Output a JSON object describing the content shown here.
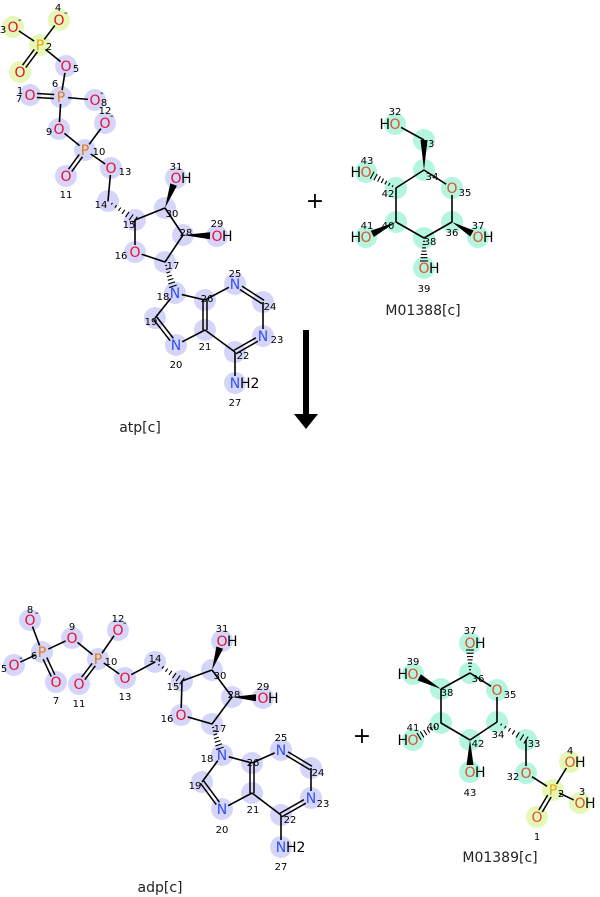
{
  "colors": {
    "highlight_blue": "#d5d5fa",
    "highlight_green": "#b4f5df",
    "highlight_yellow": "#e5f8b8",
    "oxygen": "#e5102e",
    "oxygen_alt": "#e0502a",
    "nitrogen": "#3050f8",
    "phosphorus": "#e07a10",
    "phosphorus_alt": "#f0a000",
    "bond": "#000000"
  },
  "reaction": {
    "plus_top": "+",
    "plus_bottom": "+",
    "arrow_icon": "arrow-down"
  },
  "molecules": {
    "atp": {
      "name": "atp[c]",
      "atoms": {
        "1": {
          "el": "O"
        },
        "2": {
          "el": "P"
        },
        "3": {
          "el": "O",
          "q": "-"
        },
        "4": {
          "el": "O",
          "q": "-"
        },
        "5": {
          "el": "O"
        },
        "6": {
          "el": "P"
        },
        "7": {
          "el": "O"
        },
        "8": {
          "el": "O",
          "q": "-"
        },
        "9": {
          "el": "O"
        },
        "10": {
          "el": "P"
        },
        "11": {
          "el": "O"
        },
        "12": {
          "el": "O",
          "q": "-"
        },
        "13": {
          "el": "O"
        },
        "14": {
          "el": ""
        },
        "15": {
          "el": ""
        },
        "16": {
          "el": "O"
        },
        "17": {
          "el": ""
        },
        "18": {
          "el": "N"
        },
        "19": {
          "el": ""
        },
        "20": {
          "el": "N"
        },
        "21": {
          "el": ""
        },
        "22": {
          "el": ""
        },
        "23": {
          "el": "N"
        },
        "24": {
          "el": ""
        },
        "25": {
          "el": "N"
        },
        "26": {
          "el": ""
        },
        "27": {
          "el": "N",
          "h": "H2"
        },
        "28": {
          "el": ""
        },
        "29": {
          "el": "O",
          "h": "H"
        },
        "30": {
          "el": ""
        },
        "31": {
          "el": "O",
          "h": "H"
        }
      }
    },
    "m01388": {
      "name": "M01388[c]",
      "atoms": {
        "32": {
          "el": "O",
          "h": "H"
        },
        "33": {
          "el": ""
        },
        "34": {
          "el": ""
        },
        "35": {
          "el": "O"
        },
        "36": {
          "el": ""
        },
        "37": {
          "el": "O",
          "h": "H"
        },
        "38": {
          "el": ""
        },
        "39": {
          "el": "O",
          "h": "H"
        },
        "40": {
          "el": ""
        },
        "41": {
          "el": "O",
          "h": "H"
        },
        "42": {
          "el": ""
        },
        "43": {
          "el": "O",
          "h": "H"
        }
      }
    },
    "adp": {
      "name": "adp[c]",
      "atoms": {
        "5": {
          "el": "O",
          "q": "-"
        },
        "6": {
          "el": "P"
        },
        "7": {
          "el": "O"
        },
        "8": {
          "el": "O",
          "q": "-"
        },
        "9": {
          "el": "O"
        },
        "10": {
          "el": "P"
        },
        "11": {
          "el": "O"
        },
        "12": {
          "el": "O",
          "q": "-"
        },
        "13": {
          "el": "O"
        },
        "14": {
          "el": ""
        },
        "15": {
          "el": ""
        },
        "16": {
          "el": "O"
        },
        "17": {
          "el": ""
        },
        "18": {
          "el": "N"
        },
        "19": {
          "el": ""
        },
        "20": {
          "el": "N"
        },
        "21": {
          "el": ""
        },
        "22": {
          "el": ""
        },
        "23": {
          "el": "N"
        },
        "24": {
          "el": ""
        },
        "25": {
          "el": "N"
        },
        "26": {
          "el": ""
        },
        "27": {
          "el": "N",
          "h": "H2"
        },
        "28": {
          "el": ""
        },
        "29": {
          "el": "O",
          "h": "H"
        },
        "30": {
          "el": ""
        },
        "31": {
          "el": "O",
          "h": "H"
        }
      }
    },
    "m01389": {
      "name": "M01389[c]",
      "atoms": {
        "1": {
          "el": "O"
        },
        "2": {
          "el": "P"
        },
        "3": {
          "el": "O",
          "h": "H"
        },
        "4": {
          "el": "O",
          "h": "H"
        },
        "32": {
          "el": "O"
        },
        "33": {
          "el": ""
        },
        "34": {
          "el": ""
        },
        "35": {
          "el": "O"
        },
        "36": {
          "el": ""
        },
        "37": {
          "el": "O",
          "h": "H"
        },
        "38": {
          "el": ""
        },
        "39": {
          "el": "O",
          "h": "H"
        },
        "40": {
          "el": ""
        },
        "41": {
          "el": "O",
          "h": "H"
        },
        "42": {
          "el": ""
        },
        "43": {
          "el": "O",
          "h": "H"
        }
      }
    }
  }
}
